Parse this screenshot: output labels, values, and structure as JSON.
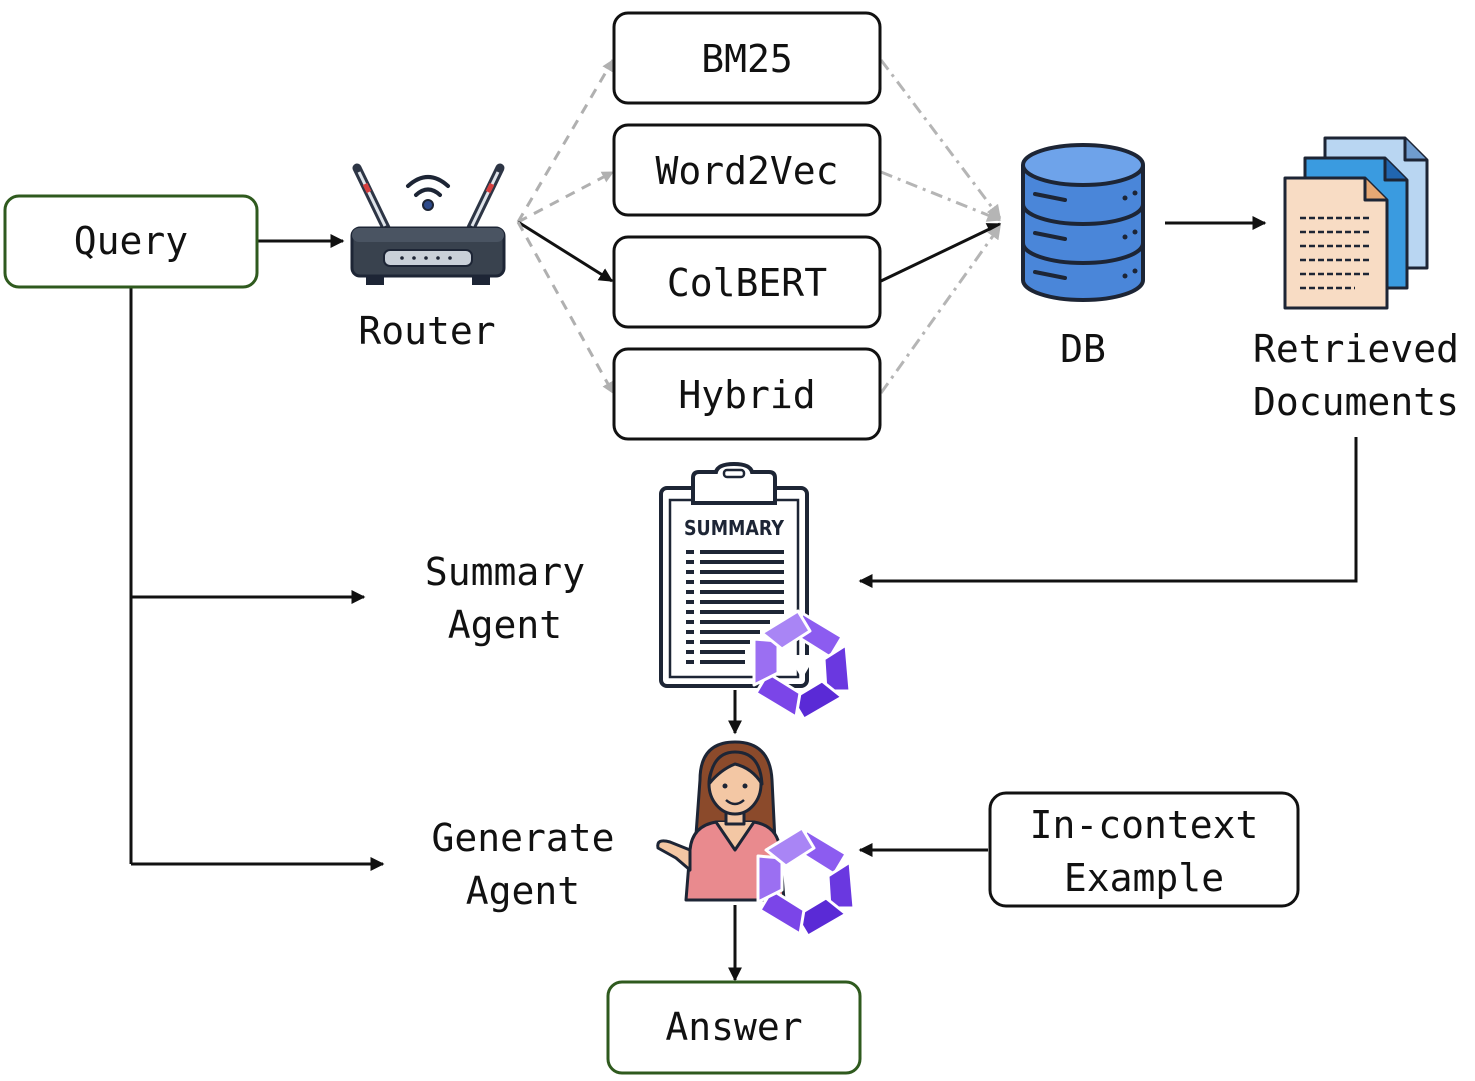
{
  "nodes": {
    "query": "Query",
    "router": "Router",
    "bm25": "BM25",
    "word2vec": "Word2Vec",
    "colbert": "ColBERT",
    "hybrid": "Hybrid",
    "db": "DB",
    "retrieved_line1": "Retrieved",
    "retrieved_line2": "Documents",
    "summary_line1": "Summary",
    "summary_line2": "Agent",
    "summary_icon_text": "SUMMARY",
    "generate_line1": "Generate",
    "generate_line2": "Agent",
    "incontext_line1": "In-context",
    "incontext_line2": "Example",
    "answer": "Answer"
  },
  "colors": {
    "green_border": "#2f5a1e",
    "black_border": "#111111",
    "db_blue": "#4a86d9",
    "doc_blue": "#3a9be0",
    "doc_paper": "#f8dcc4",
    "agent_purple": "#7b45e8",
    "dashed_gray": "#b0b0b0"
  },
  "edges": [
    {
      "from": "Query",
      "to": "Router",
      "style": "solid"
    },
    {
      "from": "Router",
      "to": "BM25",
      "style": "dashed"
    },
    {
      "from": "Router",
      "to": "Word2Vec",
      "style": "dashed"
    },
    {
      "from": "Router",
      "to": "ColBERT",
      "style": "solid"
    },
    {
      "from": "Router",
      "to": "Hybrid",
      "style": "dashed"
    },
    {
      "from": "BM25",
      "to": "DB",
      "style": "dash-dot"
    },
    {
      "from": "Word2Vec",
      "to": "DB",
      "style": "dash-dot"
    },
    {
      "from": "ColBERT",
      "to": "DB",
      "style": "solid"
    },
    {
      "from": "Hybrid",
      "to": "DB",
      "style": "dash-dot"
    },
    {
      "from": "DB",
      "to": "Retrieved Documents",
      "style": "solid"
    },
    {
      "from": "Retrieved Documents",
      "to": "Summary Agent",
      "style": "solid"
    },
    {
      "from": "Query",
      "to": "Summary Agent",
      "style": "solid"
    },
    {
      "from": "Query",
      "to": "Generate Agent",
      "style": "solid"
    },
    {
      "from": "Summary Agent",
      "to": "Generate Agent",
      "style": "solid"
    },
    {
      "from": "In-context Example",
      "to": "Generate Agent",
      "style": "solid"
    },
    {
      "from": "Generate Agent",
      "to": "Answer",
      "style": "solid"
    }
  ]
}
